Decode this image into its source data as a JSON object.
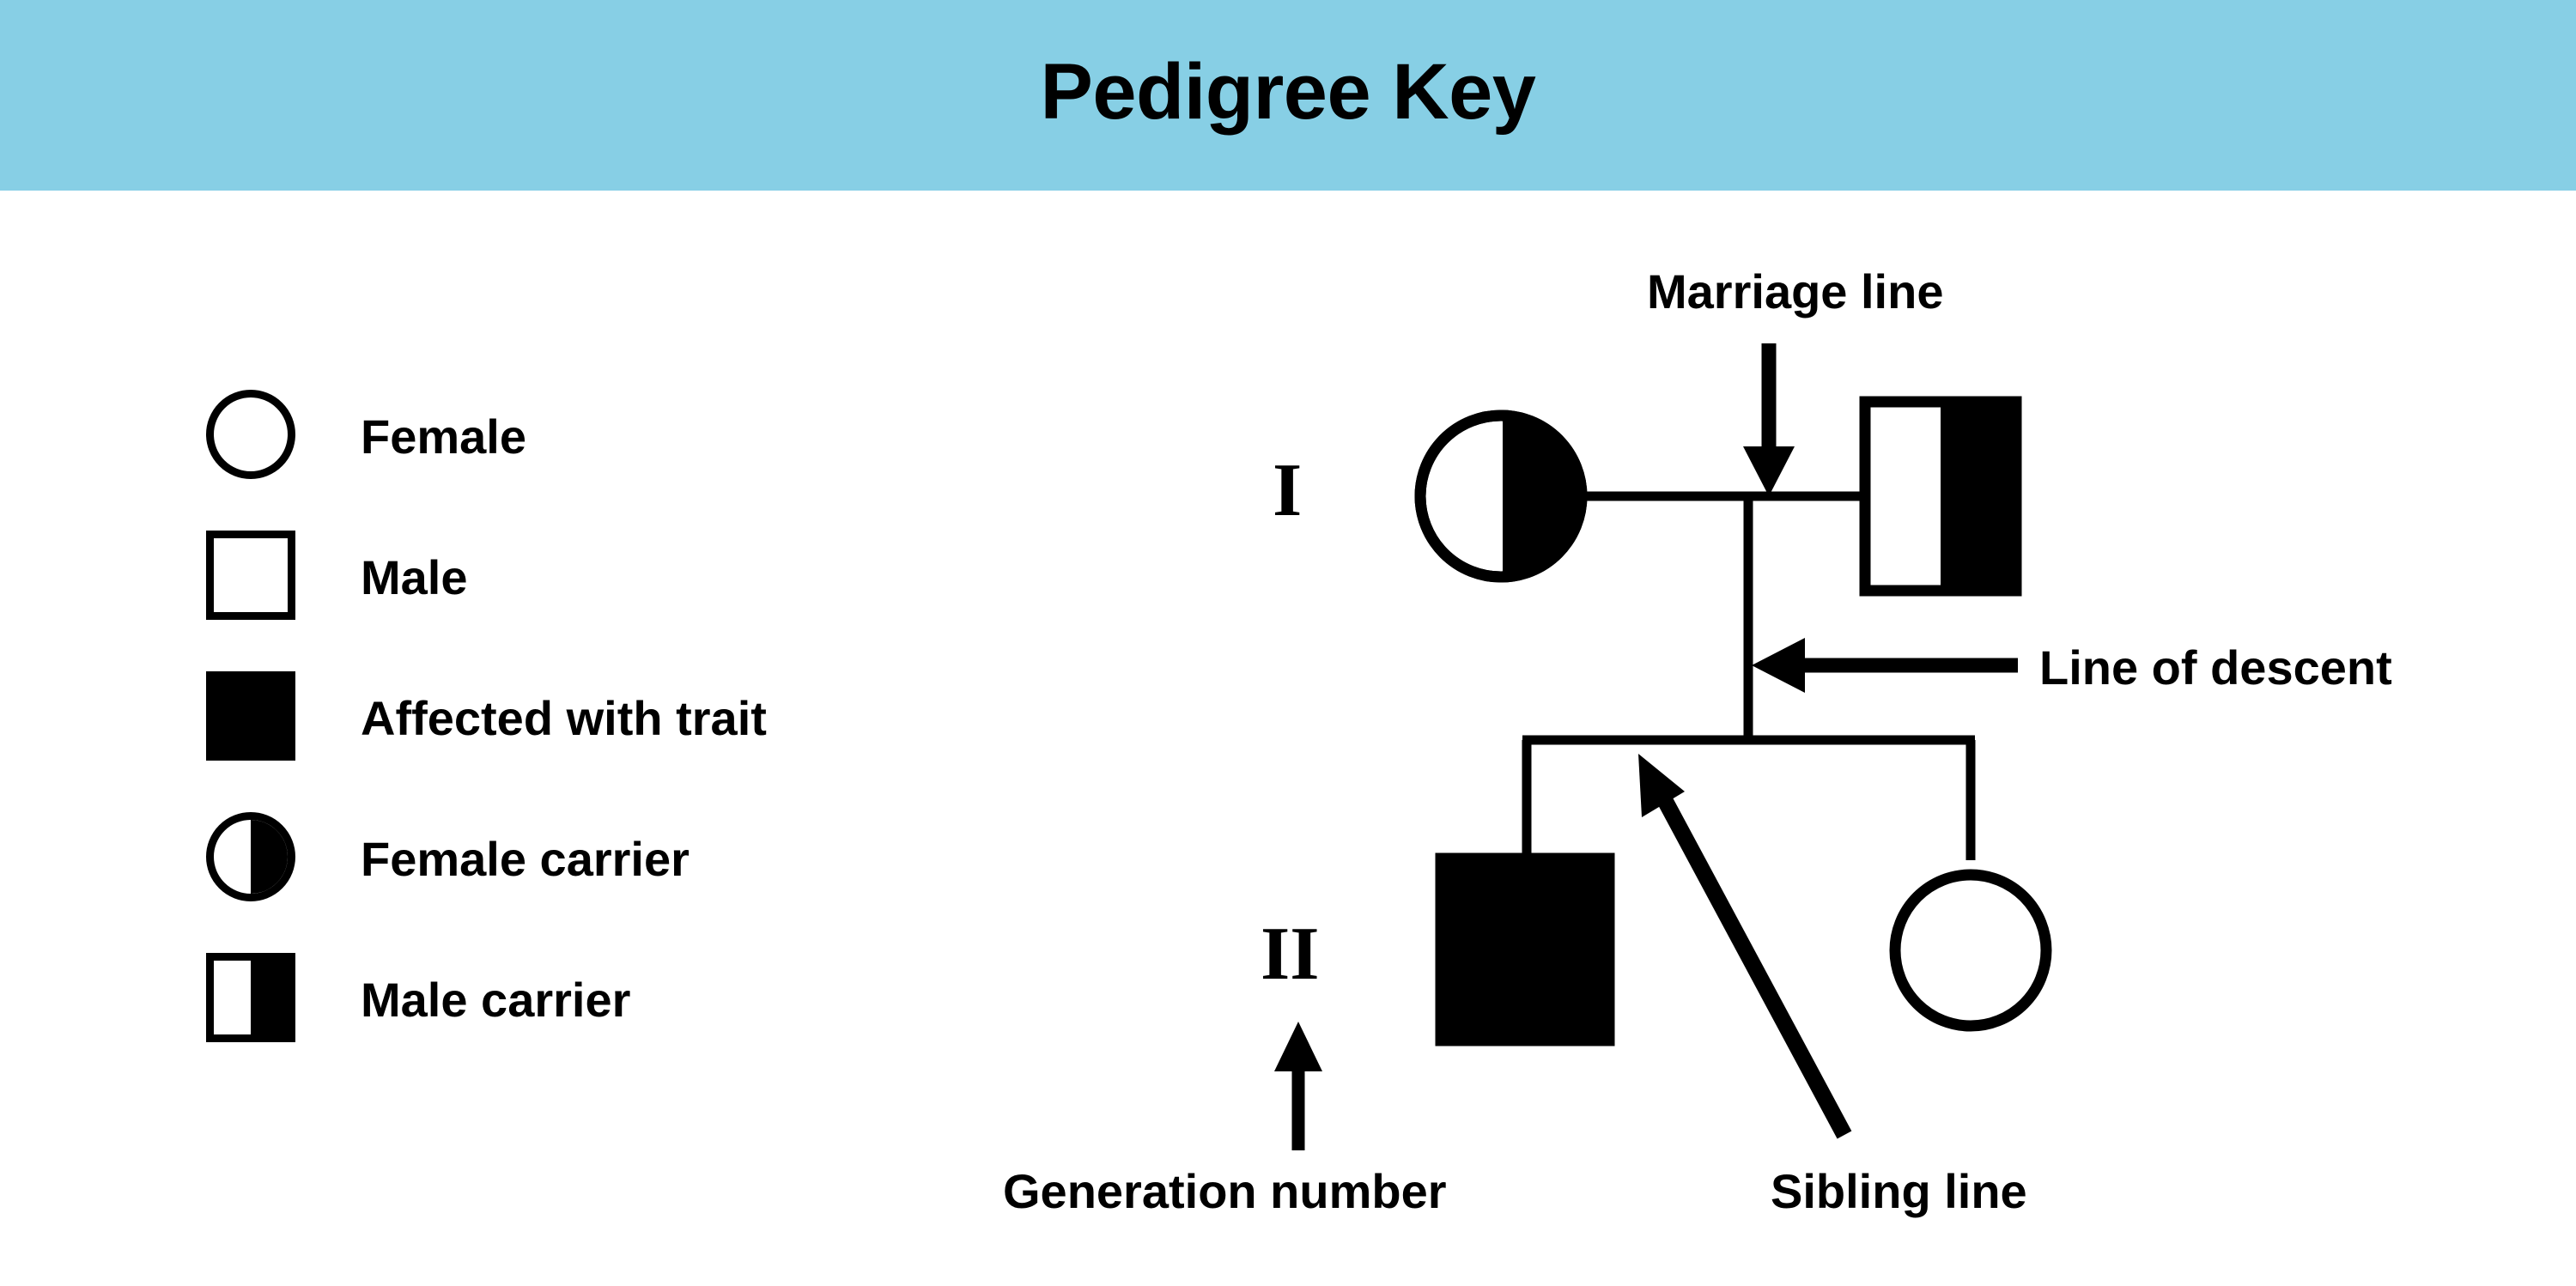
{
  "header": {
    "title": "Pedigree Key",
    "background_color": "#87cfe5"
  },
  "legend": {
    "items": [
      {
        "label": "Female",
        "symbol": "open-circle",
        "icon_name": "female-symbol-icon"
      },
      {
        "label": "Male",
        "symbol": "open-square",
        "icon_name": "male-symbol-icon"
      },
      {
        "label": "Affected with trait",
        "symbol": "filled-square",
        "icon_name": "affected-symbol-icon"
      },
      {
        "label": "Female carrier",
        "symbol": "half-filled-circle",
        "icon_name": "female-carrier-symbol-icon"
      },
      {
        "label": "Male carrier",
        "symbol": "half-filled-square",
        "icon_name": "male-carrier-symbol-icon"
      }
    ]
  },
  "pedigree": {
    "generation_labels": [
      {
        "numeral": "I"
      },
      {
        "numeral": "II"
      }
    ],
    "annotations": [
      {
        "text": "Marriage line",
        "arrow": "down-arrow-icon"
      },
      {
        "text": "Line of descent",
        "arrow": "left-arrow-icon"
      },
      {
        "text": "Generation number",
        "arrow": "up-arrow-icon"
      },
      {
        "text": "Sibling line",
        "arrow": "diagonal-up-left-arrow-icon"
      }
    ],
    "individuals": [
      {
        "generation": "I",
        "sex": "female",
        "status": "carrier",
        "symbol": "half-filled-circle"
      },
      {
        "generation": "I",
        "sex": "male",
        "status": "carrier",
        "symbol": "half-filled-square"
      },
      {
        "generation": "II",
        "sex": "male",
        "status": "affected",
        "symbol": "filled-square"
      },
      {
        "generation": "II",
        "sex": "female",
        "status": "unaffected",
        "symbol": "open-circle"
      }
    ],
    "colors": {
      "stroke": "#000000",
      "fill": "#ffffff"
    }
  }
}
